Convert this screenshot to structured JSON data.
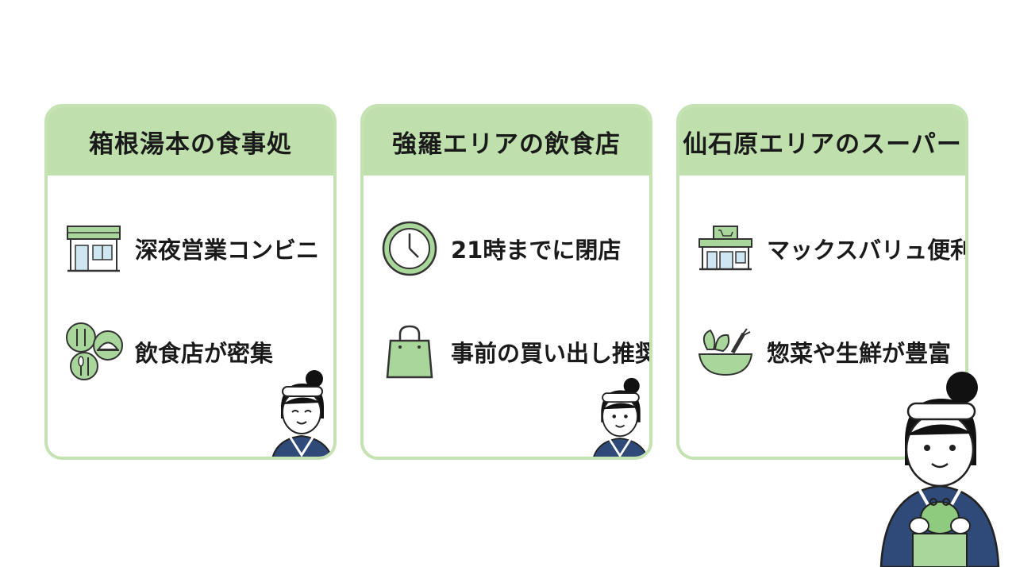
{
  "cards": [
    {
      "title": "箱根湯本の食事処",
      "items": [
        {
          "label": "深夜営業コンビニ",
          "icon": "convenience-store-icon"
        },
        {
          "label": "飲食店が密集",
          "icon": "restaurant-cutlery-icon"
        }
      ]
    },
    {
      "title": "強羅エリアの飲食店",
      "items": [
        {
          "label": "21時までに閉店",
          "icon": "clock-icon"
        },
        {
          "label": "事前の買い出し推奨",
          "icon": "shopping-bag-icon"
        }
      ]
    },
    {
      "title": "仙石原エリアのスーパー",
      "items": [
        {
          "label": "マックスバリュ便利",
          "icon": "supermarket-icon"
        },
        {
          "label": "惣菜や生鮮が豊富",
          "icon": "vegetables-bowl-icon"
        }
      ]
    }
  ],
  "colors": {
    "header_green": "#bfe0ad",
    "border_green": "#c4e2b2",
    "icon_green": "#a9d69a",
    "kimono_navy": "#2f4a78"
  }
}
